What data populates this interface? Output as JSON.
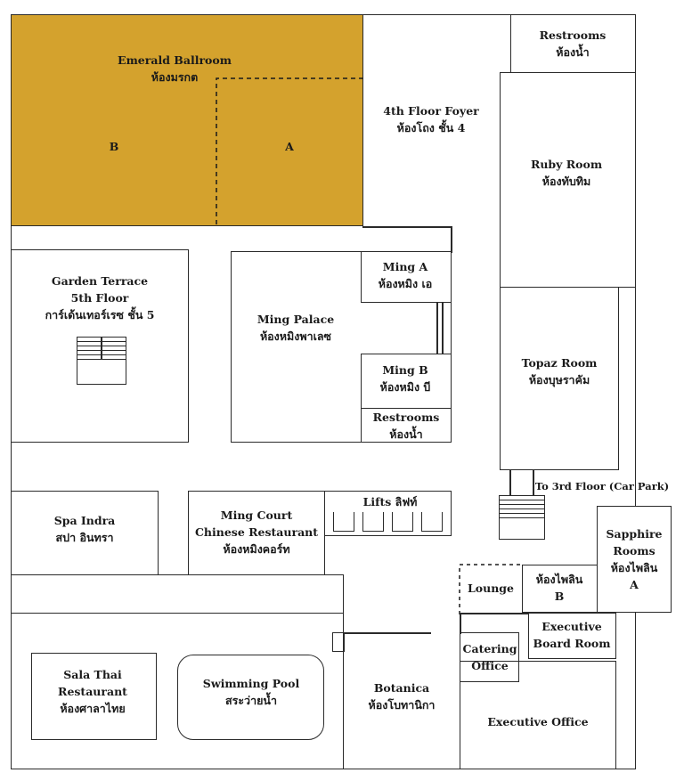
{
  "plan": {
    "accent_color": "#d4a22d",
    "rooms": {
      "emerald": {
        "name": "Emerald Ballroom",
        "thai": "ห้องมรกต",
        "section_b": "B",
        "section_a": "A"
      },
      "foyer": {
        "name": "4th Floor Foyer",
        "thai": "ห้องโถง ชั้น 4"
      },
      "restrooms_top": {
        "name": "Restrooms",
        "thai": "ห้องน้ำ"
      },
      "ruby": {
        "name": "Ruby Room",
        "thai": "ห้องทับทิม"
      },
      "garden": {
        "name": "Garden Terrace",
        "floor": "5th Floor",
        "thai": "การ์เด้นเทอร์เรซ ชั้น 5"
      },
      "ming_palace": {
        "name": "Ming Palace",
        "thai": "ห้องหมิงพาเลซ"
      },
      "ming_a": {
        "name": "Ming A",
        "thai": "ห้องหมิง เอ"
      },
      "ming_b": {
        "name": "Ming B",
        "thai": "ห้องหมิง บี"
      },
      "restrooms_mid": {
        "name": "Restrooms",
        "thai": "ห้องน้ำ"
      },
      "topaz": {
        "name": "Topaz Room",
        "thai": "ห้องบุษราคัม"
      },
      "car_park": {
        "name": "To 3rd Floor (Car Park)"
      },
      "spa": {
        "name": "Spa Indra",
        "thai": "สปา อินทรา"
      },
      "ming_court": {
        "name": "Ming Court",
        "line2": "Chinese Restaurant",
        "thai": "ห้องหมิงคอร์ท"
      },
      "lifts": {
        "name": "Lifts ลิฟท์"
      },
      "sapphire": {
        "name": "Sapphire",
        "line2": "Rooms",
        "thai": "ห้องไพลิน",
        "section": "A"
      },
      "lounge": {
        "name": "Lounge"
      },
      "sapphire_b": {
        "thai": "ห้องไพลิน",
        "section": "B"
      },
      "exec_board": {
        "name": "Executive",
        "line2": "Board Room"
      },
      "catering": {
        "name": "Catering",
        "line2": "Office"
      },
      "sala_thai": {
        "name": "Sala Thai",
        "line2": "Restaurant",
        "thai": "ห้องศาลาไทย"
      },
      "pool": {
        "name": "Swimming Pool",
        "thai": "สระว่ายน้ำ"
      },
      "botanica": {
        "name": "Botanica",
        "thai": "ห้องโบทานิกา"
      },
      "exec_office": {
        "name": "Executive Office"
      }
    }
  }
}
